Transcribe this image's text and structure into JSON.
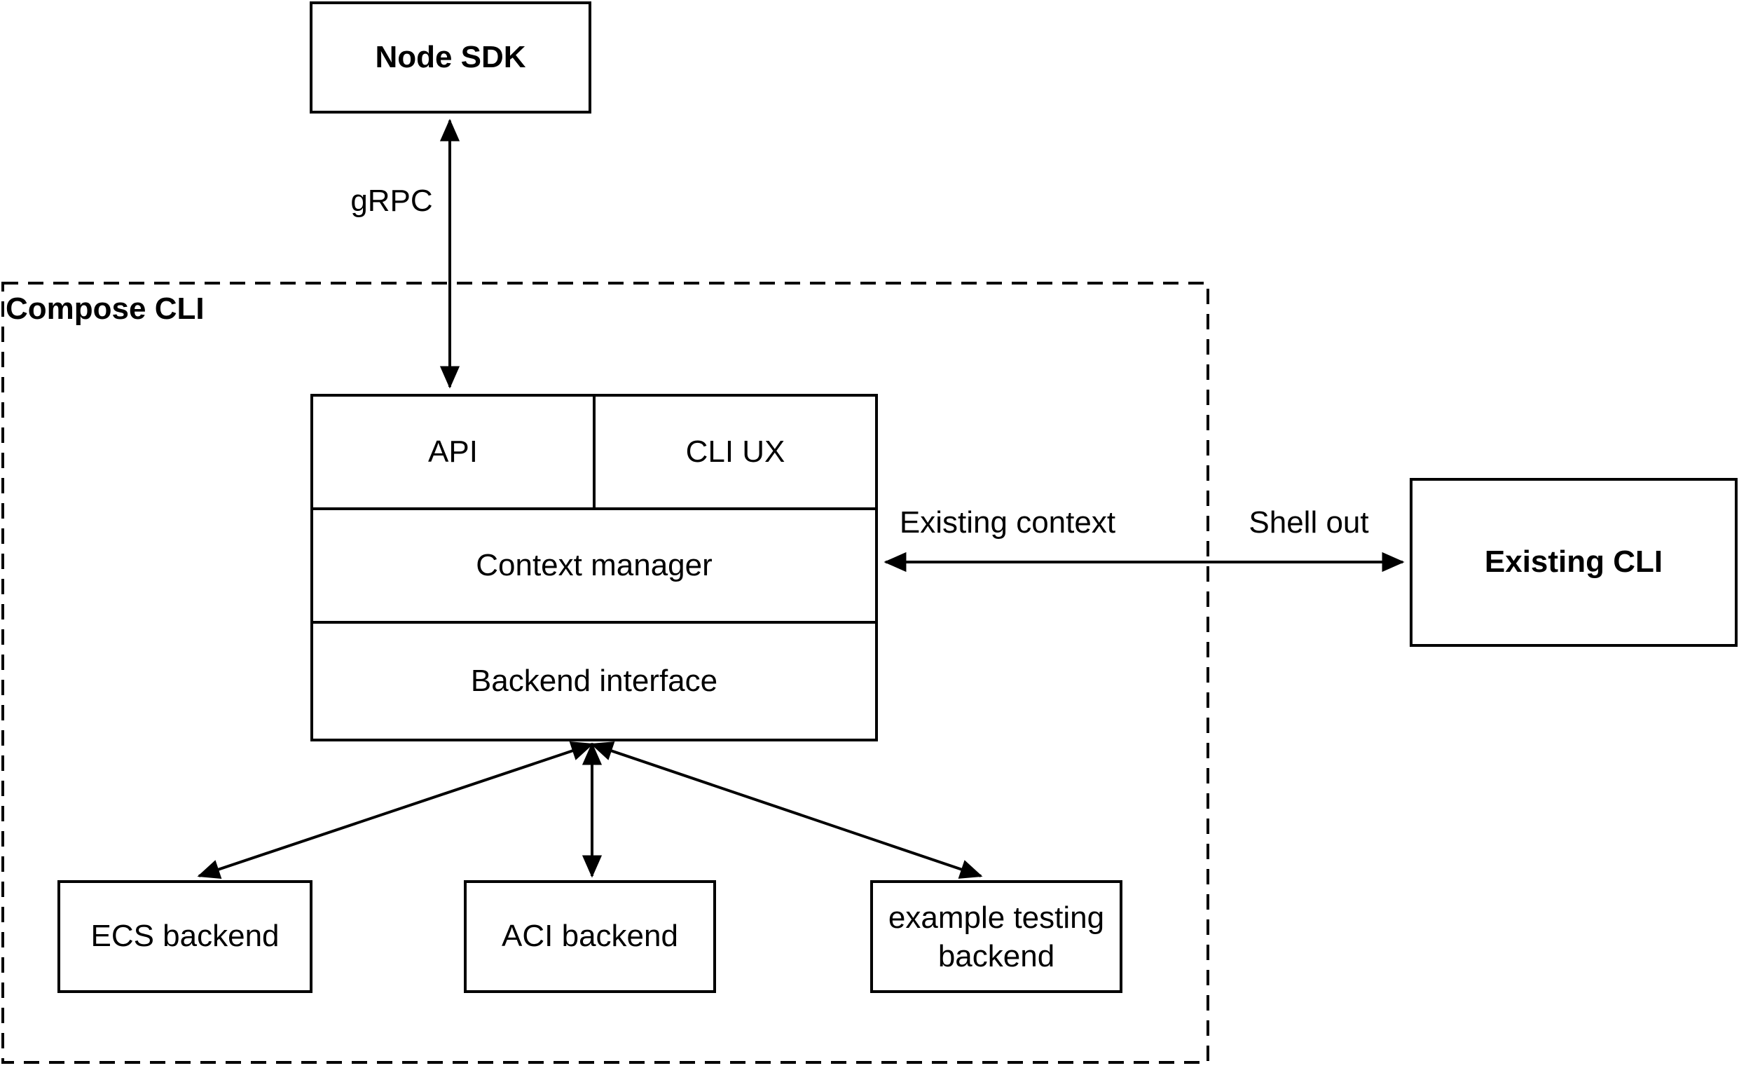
{
  "colors": {
    "stroke": "#000000",
    "canvas_background": "#ffffff"
  },
  "container": {
    "label": "Compose CLI"
  },
  "nodes": {
    "node_sdk": "Node SDK",
    "api": "API",
    "cli_ux": "CLI UX",
    "context_manager": "Context manager",
    "backend_interface": "Backend interface",
    "ecs_backend": "ECS backend",
    "aci_backend": "ACI backend",
    "example_testing_backend": "example testing backend",
    "existing_cli": "Existing CLI"
  },
  "edge_labels": {
    "grpc": "gRPC",
    "existing_context": "Existing context",
    "shell_out": "Shell out"
  }
}
